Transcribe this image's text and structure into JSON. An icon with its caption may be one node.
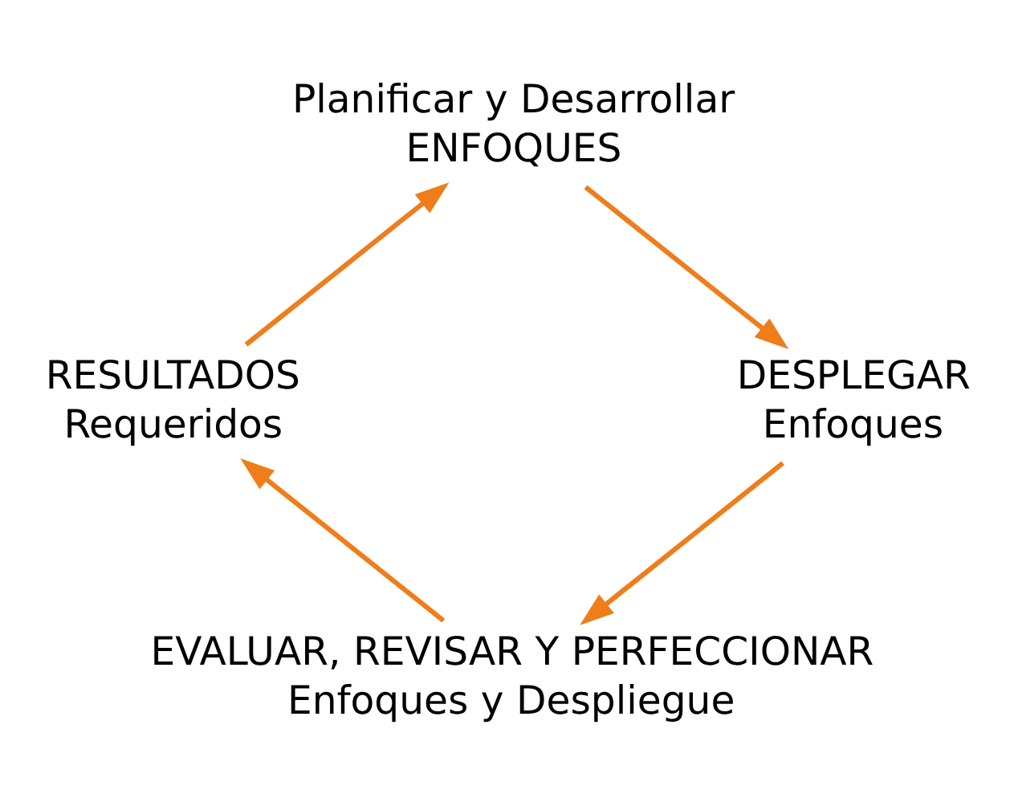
{
  "diagram": {
    "nodes": [
      {
        "text": [
          "Planificar y Desarrollar",
          "ENFOQUES"
        ]
      },
      {
        "text": [
          "RESULTADOS",
          "Requeridos"
        ]
      },
      {
        "text": [
          "DESPLEGAR",
          "Enfoques"
        ]
      },
      {
        "text": [
          "EVALUAR, REVISAR Y PERFECCIONAR",
          "Enfoques y Despliegue"
        ]
      }
    ],
    "edges": [
      {
        "from": 1,
        "to": 0,
        "arrow": "to"
      },
      {
        "from": 0,
        "to": 2,
        "arrow": "to"
      },
      {
        "from": 2,
        "to": 3,
        "arrow": "to"
      },
      {
        "from": 3,
        "to": 1,
        "arrow": "to"
      }
    ]
  }
}
